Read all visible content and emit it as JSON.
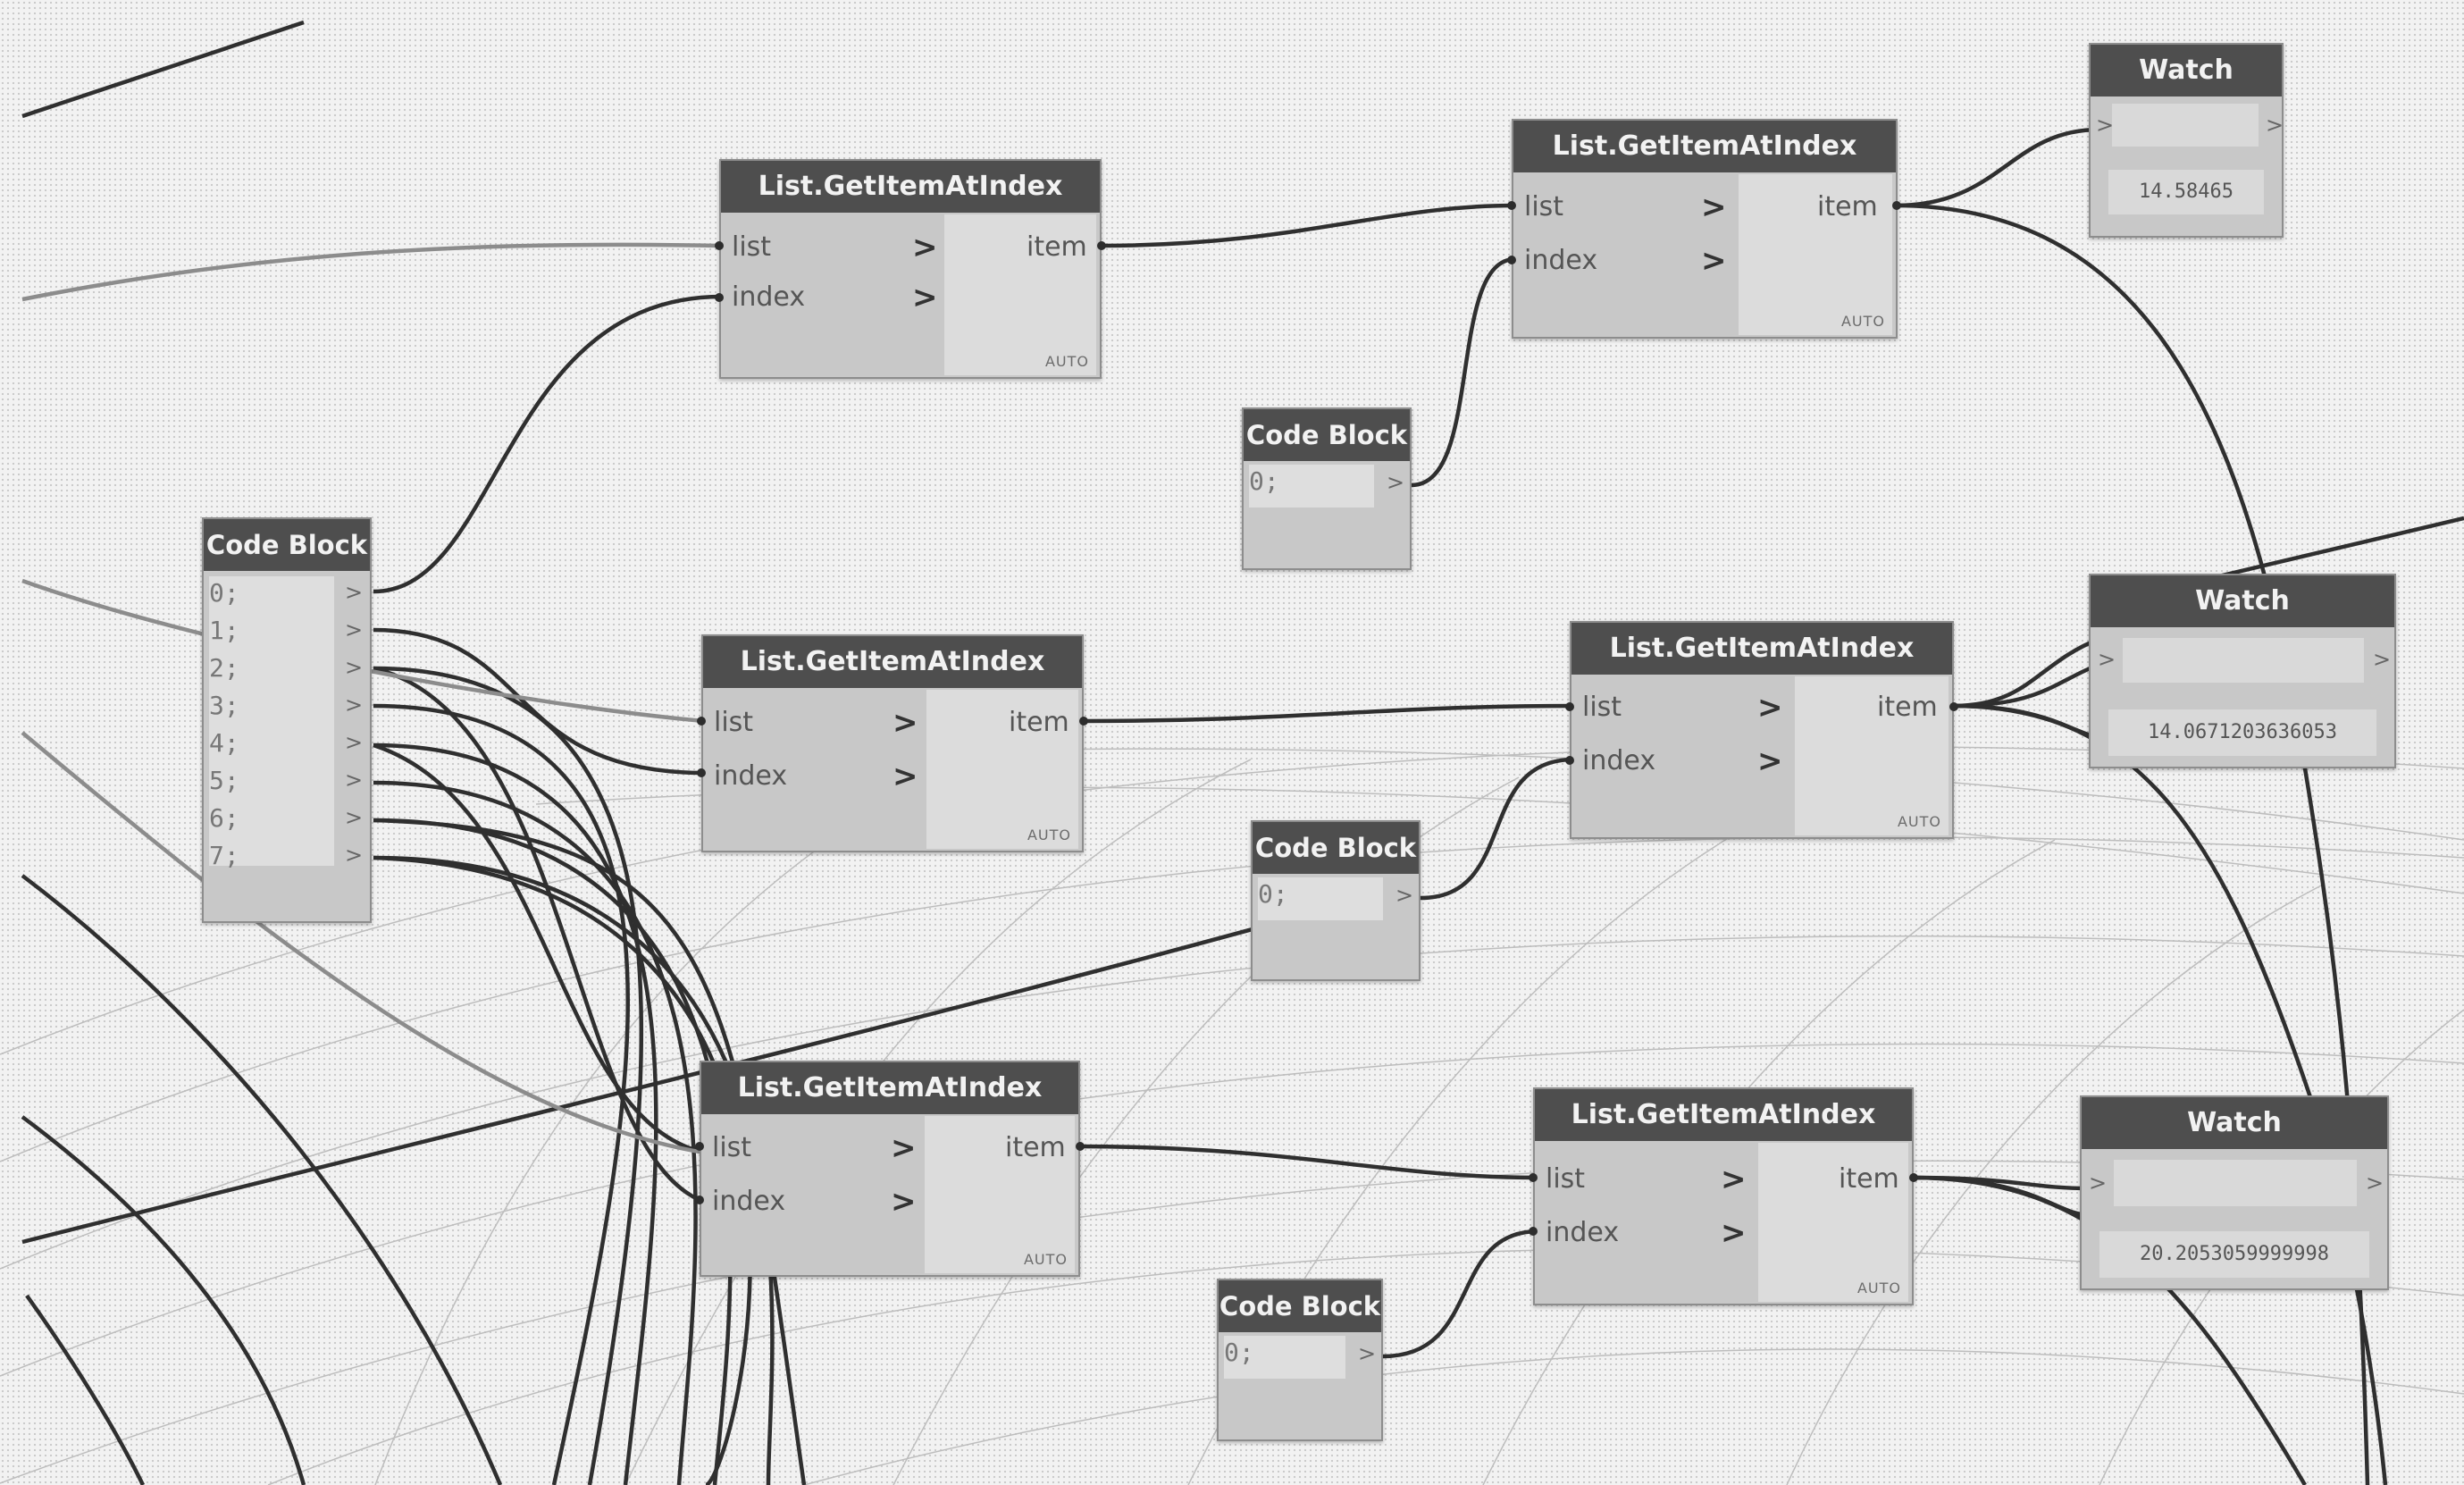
{
  "graph": {
    "get_item_nodes": [
      {
        "title": "List.GetItemAtIndex",
        "input1": "list",
        "input2": "index",
        "output": "item",
        "lacing": "AUTO"
      },
      {
        "title": "List.GetItemAtIndex",
        "input1": "list",
        "input2": "index",
        "output": "item",
        "lacing": "AUTO"
      },
      {
        "title": "List.GetItemAtIndex",
        "input1": "list",
        "input2": "index",
        "output": "item",
        "lacing": "AUTO"
      },
      {
        "title": "List.GetItemAtIndex",
        "input1": "list",
        "input2": "index",
        "output": "item",
        "lacing": "AUTO"
      },
      {
        "title": "List.GetItemAtIndex",
        "input1": "list",
        "input2": "index",
        "output": "item",
        "lacing": "AUTO"
      },
      {
        "title": "List.GetItemAtIndex",
        "input1": "list",
        "input2": "index",
        "output": "item",
        "lacing": "AUTO"
      }
    ],
    "code_blocks": [
      {
        "title": "Code Block",
        "lines": [
          "0;",
          "1;",
          "2;",
          "3;",
          "4;",
          "5;",
          "6;",
          "7;"
        ]
      },
      {
        "title": "Code Block",
        "lines": [
          "0;"
        ]
      },
      {
        "title": "Code Block",
        "lines": [
          "0;"
        ]
      },
      {
        "title": "Code Block",
        "lines": [
          "0;"
        ]
      }
    ],
    "watch_nodes": [
      {
        "title": "Watch",
        "value": "14.58465"
      },
      {
        "title": "Watch",
        "value": "14.0671203636053"
      },
      {
        "title": "Watch",
        "value": "20.2053059999998"
      }
    ],
    "port_glyph": ">"
  }
}
